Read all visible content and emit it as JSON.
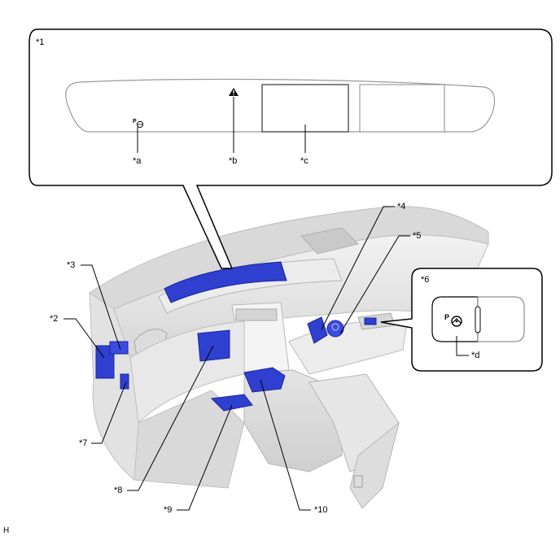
{
  "diagram": {
    "type": "component-location-illustration",
    "subject": "instrument panel / dashboard component locations",
    "highlight_color": "#2f3fd0",
    "panel_color": "#e6e6e6",
    "line_color": "#000000"
  },
  "callouts": {
    "c1": "*1",
    "c2": "*2",
    "c3": "*3",
    "c4": "*4",
    "c5": "*5",
    "c6": "*6",
    "c7": "*7",
    "c8": "*8",
    "c9": "*9",
    "c10": "*10"
  },
  "detail_1": {
    "title": "*1",
    "labels": {
      "a": "*a",
      "b": "*b",
      "c": "*c"
    },
    "icons": {
      "a": "p-steering-indicator-icon",
      "b": "warning-triangle-icon"
    }
  },
  "detail_6": {
    "title": "*6",
    "labels": {
      "d": "*d"
    },
    "icon_text": "P",
    "icons": {
      "d": "p-steering-indicator-icon"
    }
  },
  "corner_mark": "H"
}
